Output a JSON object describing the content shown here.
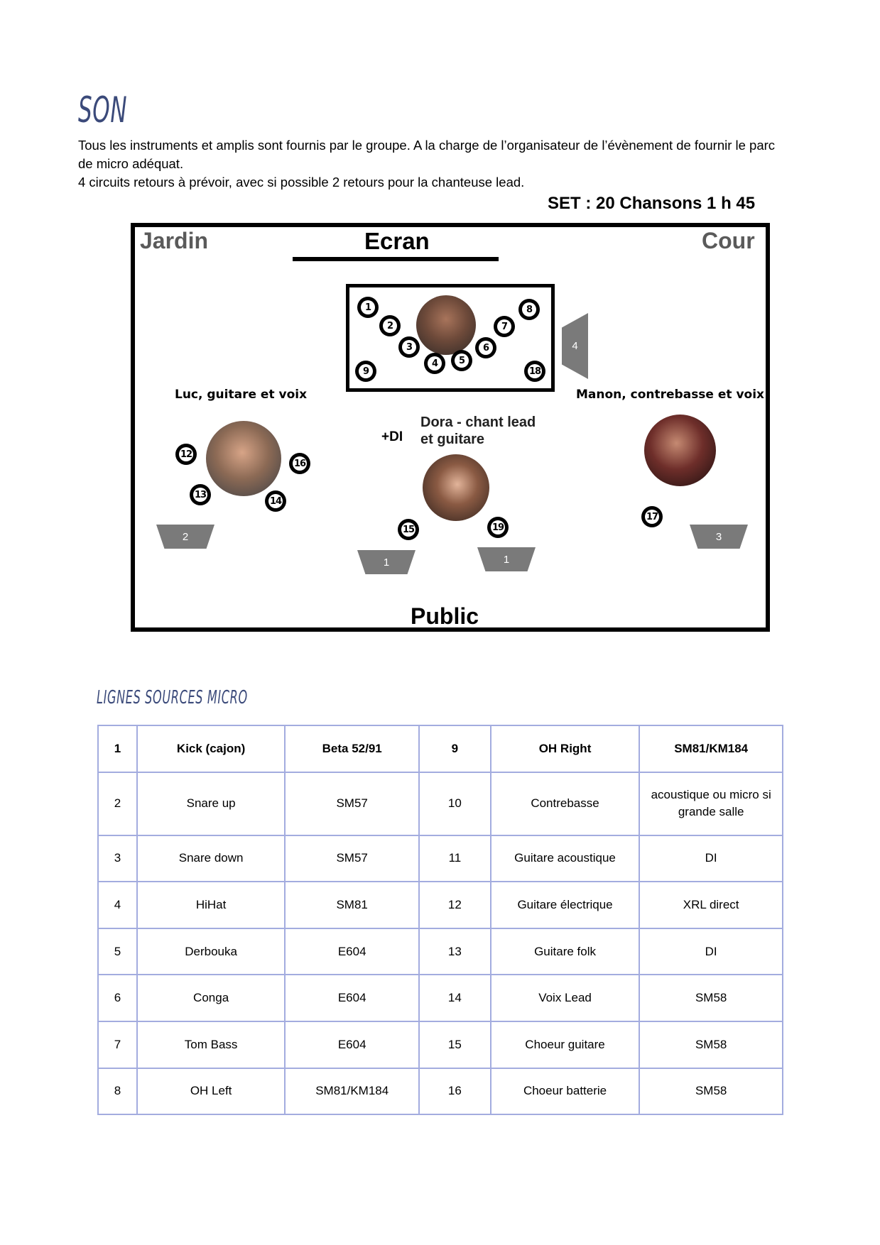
{
  "title": "SON",
  "intro": {
    "line1": "Tous les instruments et amplis sont fournis par le groupe. A la charge de l’organisateur de l’évènement de fournir le parc",
    "line2": "de micro adéquat.",
    "line3": "4 circuits retours à prévoir, avec si possible 2 retours pour la chanteuse lead."
  },
  "set_label": "SET : 20 Chansons 1 h 45",
  "stage": {
    "jardin": "Jardin",
    "ecran": "Ecran",
    "cour": "Cour",
    "public": "Public",
    "luc_label": "Luc, guitare et voix",
    "manon_label": "Manon, contrebasse et voix",
    "dora_label_1": "Dora - chant lead",
    "dora_label_2": "et guitare",
    "di_label": "+DI",
    "drum_mics": [
      "1",
      "2",
      "3",
      "4",
      "5",
      "6",
      "7",
      "8",
      "9",
      "18"
    ],
    "luc_mics": [
      "12",
      "13",
      "14",
      "16"
    ],
    "dora_mics": [
      "15",
      "19"
    ],
    "manon_mics": [
      "17"
    ],
    "monitors": {
      "m4": "4",
      "m2": "2",
      "m1a": "1",
      "m1b": "1",
      "m3": "3"
    }
  },
  "table_title": "LIGNES SOURCES MICRO",
  "table": [
    [
      "1",
      "Kick (cajon)",
      "Beta 52/91",
      "9",
      "OH Right",
      "SM81/KM184"
    ],
    [
      "2",
      "Snare up",
      "SM57",
      "10",
      "Contrebasse",
      "acoustique ou micro si grande salle"
    ],
    [
      "3",
      "Snare down",
      "SM57",
      "11",
      "Guitare acoustique",
      "DI"
    ],
    [
      "4",
      "HiHat",
      "SM81",
      "12",
      "Guitare électrique",
      "XRL direct"
    ],
    [
      "5",
      "Derbouka",
      "E604",
      "13",
      "Guitare folk",
      "DI"
    ],
    [
      "6",
      "Conga",
      "E604",
      "14",
      "Voix Lead",
      "SM58"
    ],
    [
      "7",
      "Tom Bass",
      "E604",
      "15",
      "Choeur guitare",
      "SM58"
    ],
    [
      "8",
      "OH Left",
      "SM81/KM184",
      "16",
      "Choeur batterie",
      "SM58"
    ]
  ]
}
